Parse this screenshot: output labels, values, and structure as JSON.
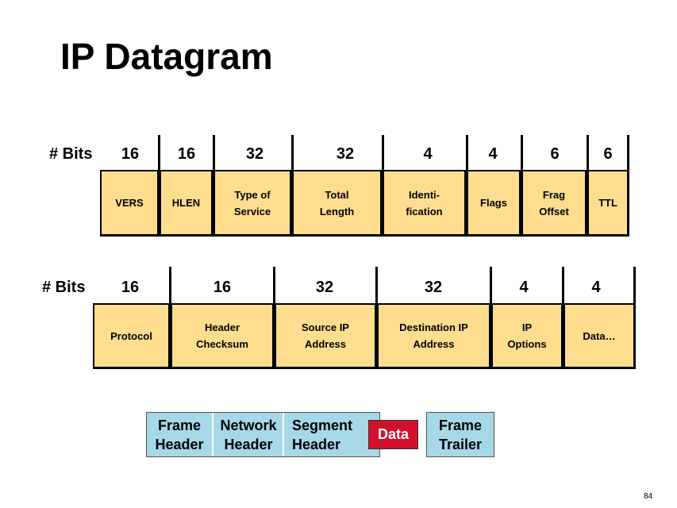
{
  "title": "IP Datagram",
  "row1": {
    "bits_label": "# Bits",
    "bits": [
      "16",
      "16",
      "32",
      "32",
      "4",
      "4",
      "6",
      "6"
    ],
    "fields": [
      "VERS",
      "HLEN",
      "Type of\nService",
      "Total\nLength",
      "Identi-\nfication",
      "Flags",
      "Frag\nOffset",
      "TTL"
    ]
  },
  "row2": {
    "bits_label": "# Bits",
    "bits": [
      "16",
      "16",
      "32",
      "32",
      "4",
      "4"
    ],
    "fields": [
      "Protocol",
      "Header\nChecksum",
      "Source IP\nAddress",
      "Destination IP\nAddress",
      "IP\nOptions",
      "Data…"
    ]
  },
  "encapsulation": {
    "frame_header": "Frame\nHeader",
    "network_header": "Network\nHeader",
    "segment_header": "Segment\nHeader",
    "data": "Data",
    "frame_trailer": "Frame\nTrailer"
  },
  "colors": {
    "field_fill": "#FFDD8F",
    "encapsulation_fill": "#A6D8E7",
    "data_fill": "#D0112B"
  },
  "page_number": "84"
}
